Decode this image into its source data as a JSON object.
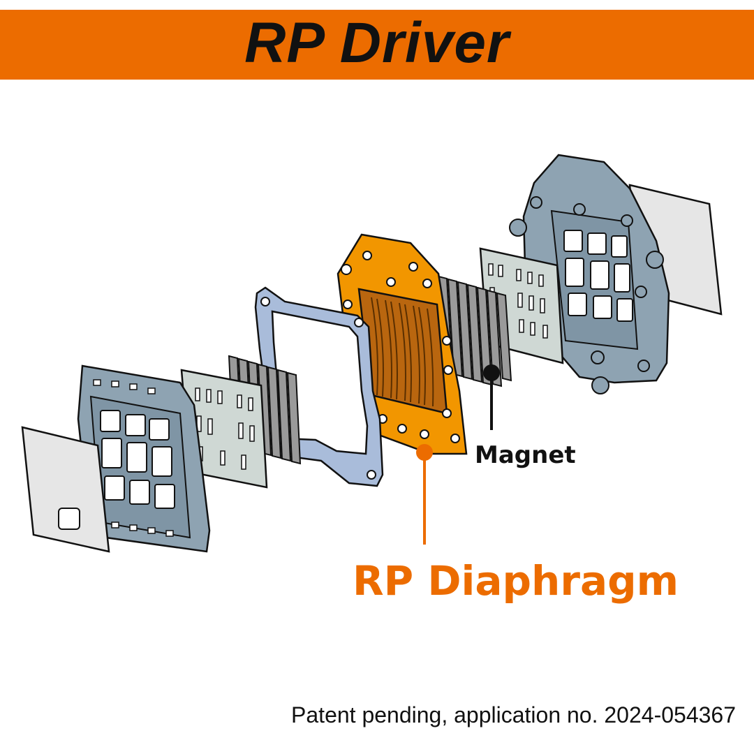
{
  "header": {
    "title": "RP Driver",
    "background_color": "#EC6C00"
  },
  "diagram": {
    "components": [
      "front-cover-sheet",
      "front-frame",
      "front-plate",
      "front-magnets",
      "gasket",
      "rp-diaphragm",
      "rear-magnets",
      "rear-plate",
      "rear-frame",
      "rear-cover-sheet"
    ],
    "colors": {
      "diaphragm": "#F29600",
      "frame": "#8EA3B2",
      "gasket": "#A9BCDA",
      "plate": "#CFD8D4",
      "magnet": "#9A9A9A",
      "sheet": "#E6E6E6"
    }
  },
  "labels": {
    "magnet": "Magnet",
    "diaphragm": "RP Diaphragm",
    "diaphragm_color": "#EC6C00"
  },
  "footer": {
    "patent": "Patent pending, application no. 2024-054367"
  }
}
